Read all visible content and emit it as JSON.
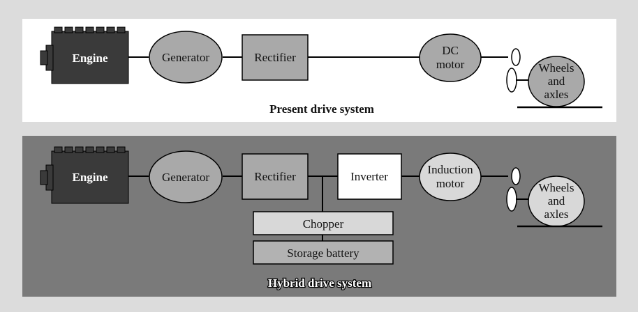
{
  "present": {
    "caption": "Present drive system",
    "engine": "Engine",
    "generator": "Generator",
    "rectifier": "Rectifier",
    "motor": [
      "DC",
      "motor"
    ],
    "wheels": [
      "Wheels",
      "and",
      "axles"
    ]
  },
  "hybrid": {
    "caption": "Hybrid drive system",
    "engine": "Engine",
    "generator": "Generator",
    "rectifier": "Rectifier",
    "inverter": "Inverter",
    "motor": [
      "Induction",
      "motor"
    ],
    "wheels": [
      "Wheels",
      "and",
      "axles"
    ],
    "chopper": "Chopper",
    "battery": "Storage battery"
  },
  "colors": {
    "page_bg": "#dcdcdc",
    "present_panel": "#ffffff",
    "hybrid_panel": "#7a7a7a",
    "engine": "#3a3a3a",
    "component": "#a9a9a9",
    "inverter": "#ffffff",
    "chopper": "#d8d8d8",
    "battery": "#b2b2b2"
  }
}
